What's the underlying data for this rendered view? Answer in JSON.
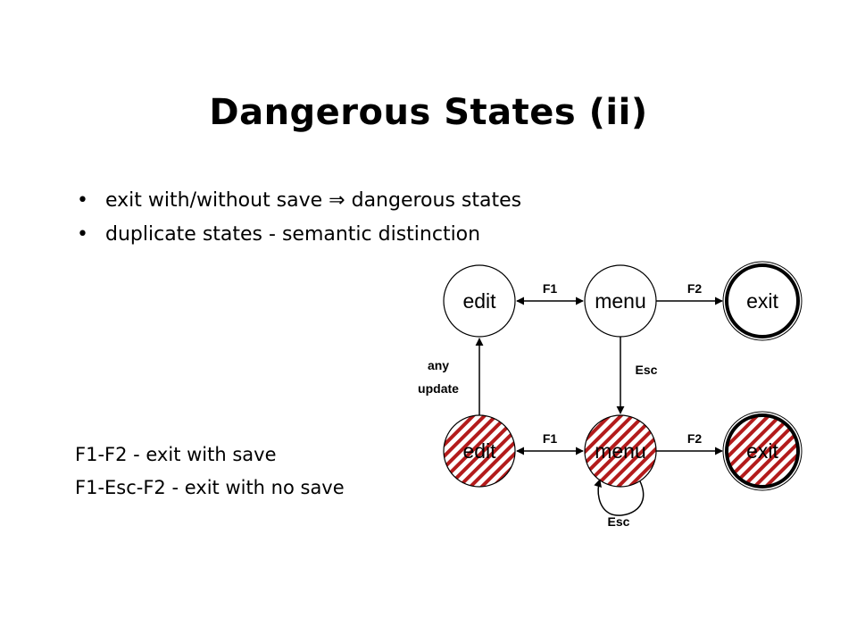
{
  "title": "Dangerous States (ii)",
  "bullets": [
    {
      "marker": "•",
      "text": "exit with/without save ⇒ dangerous states"
    },
    {
      "marker": "•",
      "text": "duplicate states - semantic distinction"
    }
  ],
  "notes": [
    "F1-F2 - exit with save",
    "F1-Esc-F2 - exit with no save"
  ],
  "diagram": {
    "colors": {
      "stroke": "#000000",
      "hatch": "#b31b1b",
      "fill": "#ffffff"
    },
    "states": {
      "top": {
        "edit": "edit",
        "menu": "menu",
        "exit": "exit"
      },
      "bottom": {
        "edit": "edit",
        "menu": "menu",
        "exit": "exit"
      }
    },
    "transitions": {
      "top_f1": "F1",
      "top_f2": "F2",
      "esc_down": "Esc",
      "any_update_line1": "any",
      "any_update_line2": "update",
      "bottom_f1": "F1",
      "bottom_f2": "F2",
      "esc_loop": "Esc"
    }
  }
}
